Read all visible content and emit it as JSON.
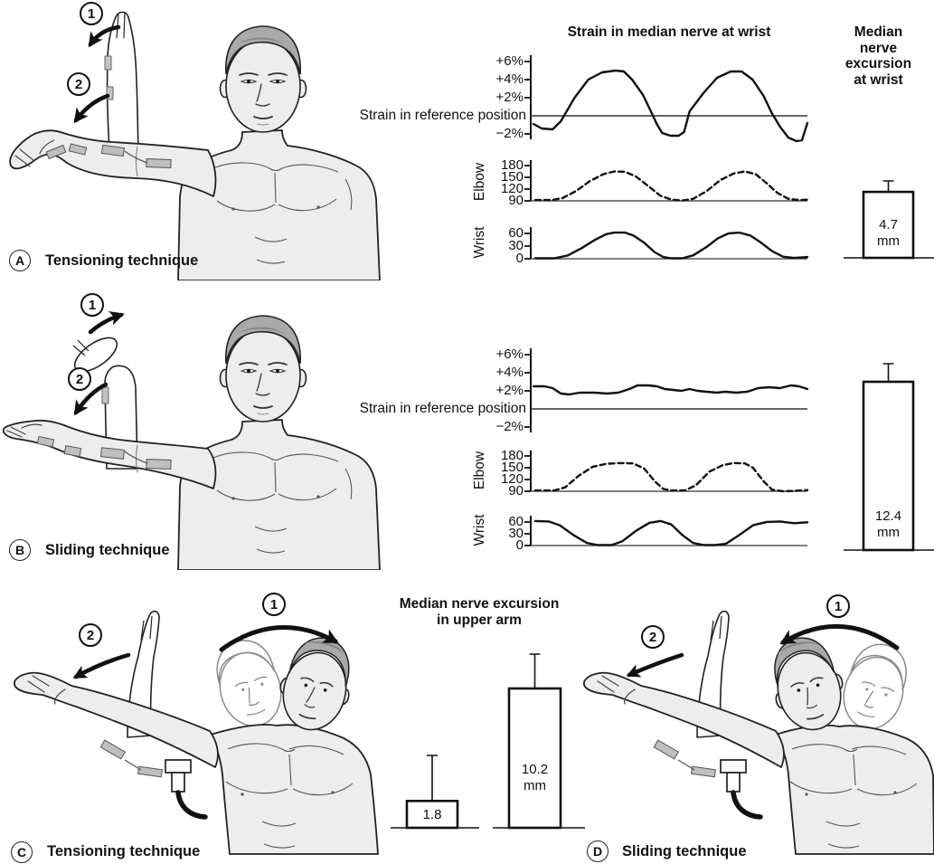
{
  "panels": [
    {
      "id": "A",
      "label": "Tensioning technique",
      "step1": "1",
      "step2": "2"
    },
    {
      "id": "B",
      "label": "Sliding technique",
      "step1": "1",
      "step2": "2"
    },
    {
      "id": "C",
      "label": "Tensioning technique",
      "step1": "1",
      "step2": "2"
    },
    {
      "id": "D",
      "label": "Sliding technique",
      "step1": "1",
      "step2": "2"
    }
  ],
  "colors": {
    "ink": "#111111",
    "line_art": "#222222",
    "skin": "#ededed",
    "hair": "#a9a9a9",
    "hair_shadow": "#868686",
    "skin_marker": "#bfbfbf",
    "ghost": "#8a8a8a"
  },
  "chart_data": [
    {
      "id": "strain-a",
      "panel": "A",
      "type": "line",
      "title": "Strain in median nerve at wrist",
      "reference_label": "Strain in reference position",
      "y_ticks": [
        "+6%",
        "+4%",
        "+2%",
        "−2%"
      ],
      "y_unit": "percent strain",
      "ylim": [
        -3,
        6.5
      ],
      "line_style": "solid",
      "grid": false,
      "points": [
        [
          0,
          -0.9
        ],
        [
          0.03,
          -1.4
        ],
        [
          0.07,
          -1.5
        ],
        [
          0.1,
          -0.6
        ],
        [
          0.15,
          2.0
        ],
        [
          0.2,
          4.0
        ],
        [
          0.25,
          4.8
        ],
        [
          0.3,
          5.0
        ],
        [
          0.33,
          4.9
        ],
        [
          0.36,
          4.0
        ],
        [
          0.4,
          2.3
        ],
        [
          0.43,
          0.4
        ],
        [
          0.45,
          -0.9
        ],
        [
          0.47,
          -1.9
        ],
        [
          0.5,
          -2.2
        ],
        [
          0.53,
          -2.2
        ],
        [
          0.55,
          -1.8
        ],
        [
          0.57,
          0.5
        ],
        [
          0.62,
          2.5
        ],
        [
          0.67,
          4.2
        ],
        [
          0.72,
          4.9
        ],
        [
          0.76,
          4.9
        ],
        [
          0.8,
          4.0
        ],
        [
          0.84,
          2.2
        ],
        [
          0.87,
          0.3
        ],
        [
          0.9,
          -1.2
        ],
        [
          0.93,
          -2.4
        ],
        [
          0.96,
          -2.8
        ],
        [
          0.98,
          -2.7
        ],
        [
          1,
          -0.8
        ]
      ]
    },
    {
      "id": "elbow-a",
      "panel": "A",
      "type": "line",
      "ylabel": "Elbow",
      "y_ticks": [
        "180",
        "150",
        "120",
        "90"
      ],
      "y_unit": "degrees",
      "ylim": [
        90,
        180
      ],
      "line_style": "dashed",
      "points": [
        [
          0,
          92
        ],
        [
          0.06,
          92
        ],
        [
          0.1,
          97
        ],
        [
          0.15,
          115
        ],
        [
          0.2,
          140
        ],
        [
          0.25,
          158
        ],
        [
          0.29,
          165
        ],
        [
          0.33,
          164
        ],
        [
          0.37,
          152
        ],
        [
          0.42,
          125
        ],
        [
          0.46,
          103
        ],
        [
          0.5,
          93
        ],
        [
          0.54,
          91
        ],
        [
          0.58,
          95
        ],
        [
          0.63,
          115
        ],
        [
          0.68,
          143
        ],
        [
          0.73,
          160
        ],
        [
          0.77,
          165
        ],
        [
          0.81,
          158
        ],
        [
          0.85,
          135
        ],
        [
          0.89,
          110
        ],
        [
          0.93,
          95
        ],
        [
          0.97,
          92
        ],
        [
          1,
          93
        ]
      ]
    },
    {
      "id": "wrist-a",
      "panel": "A",
      "type": "line",
      "ylabel": "Wrist",
      "y_ticks": [
        "60",
        "30",
        "0"
      ],
      "y_unit": "degrees",
      "ylim": [
        0,
        60
      ],
      "line_style": "solid",
      "points": [
        [
          0,
          1
        ],
        [
          0.07,
          1
        ],
        [
          0.12,
          8
        ],
        [
          0.17,
          25
        ],
        [
          0.22,
          45
        ],
        [
          0.26,
          58
        ],
        [
          0.29,
          62
        ],
        [
          0.33,
          62
        ],
        [
          0.36,
          55
        ],
        [
          0.4,
          38
        ],
        [
          0.44,
          15
        ],
        [
          0.47,
          4
        ],
        [
          0.5,
          1
        ],
        [
          0.54,
          1
        ],
        [
          0.58,
          8
        ],
        [
          0.63,
          28
        ],
        [
          0.67,
          48
        ],
        [
          0.71,
          60
        ],
        [
          0.75,
          62
        ],
        [
          0.79,
          55
        ],
        [
          0.83,
          38
        ],
        [
          0.87,
          18
        ],
        [
          0.91,
          5
        ],
        [
          0.95,
          2
        ],
        [
          1,
          4
        ]
      ]
    },
    {
      "id": "excursion-wrist-a",
      "panel": "A",
      "type": "bar",
      "title": "Median\nnerve\nexcursion\nat wrist",
      "value_mm": 4.7,
      "bar_label": "4.7\nmm",
      "error_bar": true
    },
    {
      "id": "strain-b",
      "panel": "B",
      "type": "line",
      "reference_label": "Strain in reference position",
      "y_ticks": [
        "+6%",
        "+4%",
        "+2%",
        "−2%"
      ],
      "y_unit": "percent strain",
      "ylim": [
        -3,
        6.5
      ],
      "line_style": "solid",
      "grid": false,
      "points": [
        [
          0,
          2.5
        ],
        [
          0.04,
          2.5
        ],
        [
          0.07,
          2.3
        ],
        [
          0.1,
          1.7
        ],
        [
          0.13,
          1.6
        ],
        [
          0.17,
          1.8
        ],
        [
          0.22,
          1.8
        ],
        [
          0.27,
          1.7
        ],
        [
          0.31,
          1.8
        ],
        [
          0.35,
          2.2
        ],
        [
          0.38,
          2.6
        ],
        [
          0.42,
          2.6
        ],
        [
          0.45,
          2.5
        ],
        [
          0.48,
          2.2
        ],
        [
          0.51,
          2.1
        ],
        [
          0.54,
          2.0
        ],
        [
          0.57,
          2.2
        ],
        [
          0.6,
          2.0
        ],
        [
          0.63,
          1.9
        ],
        [
          0.67,
          1.8
        ],
        [
          0.7,
          1.9
        ],
        [
          0.74,
          1.8
        ],
        [
          0.78,
          1.9
        ],
        [
          0.82,
          2.3
        ],
        [
          0.86,
          2.4
        ],
        [
          0.9,
          2.3
        ],
        [
          0.94,
          2.6
        ],
        [
          0.97,
          2.5
        ],
        [
          1,
          2.2
        ]
      ]
    },
    {
      "id": "elbow-b",
      "panel": "B",
      "type": "line",
      "ylabel": "Elbow",
      "y_ticks": [
        "180",
        "150",
        "120",
        "90"
      ],
      "y_unit": "degrees",
      "ylim": [
        90,
        180
      ],
      "line_style": "dashed",
      "points": [
        [
          0,
          92
        ],
        [
          0.07,
          92
        ],
        [
          0.11,
          100
        ],
        [
          0.16,
          130
        ],
        [
          0.21,
          152
        ],
        [
          0.26,
          160
        ],
        [
          0.31,
          162
        ],
        [
          0.36,
          161
        ],
        [
          0.4,
          148
        ],
        [
          0.44,
          115
        ],
        [
          0.47,
          96
        ],
        [
          0.5,
          92
        ],
        [
          0.55,
          92
        ],
        [
          0.59,
          105
        ],
        [
          0.64,
          140
        ],
        [
          0.69,
          157
        ],
        [
          0.73,
          162
        ],
        [
          0.77,
          161
        ],
        [
          0.8,
          150
        ],
        [
          0.84,
          115
        ],
        [
          0.87,
          94
        ],
        [
          0.91,
          90
        ],
        [
          0.95,
          91
        ],
        [
          1,
          93
        ]
      ]
    },
    {
      "id": "wrist-b",
      "panel": "B",
      "type": "line",
      "ylabel": "Wrist",
      "y_ticks": [
        "60",
        "30",
        "0"
      ],
      "y_unit": "degrees",
      "ylim": [
        0,
        60
      ],
      "line_style": "solid",
      "points": [
        [
          0,
          58
        ],
        [
          0.05,
          57
        ],
        [
          0.09,
          48
        ],
        [
          0.14,
          25
        ],
        [
          0.19,
          6
        ],
        [
          0.23,
          1
        ],
        [
          0.28,
          1
        ],
        [
          0.32,
          10
        ],
        [
          0.37,
          35
        ],
        [
          0.42,
          54
        ],
        [
          0.46,
          58
        ],
        [
          0.5,
          50
        ],
        [
          0.54,
          25
        ],
        [
          0.58,
          6
        ],
        [
          0.62,
          1
        ],
        [
          0.66,
          1
        ],
        [
          0.7,
          4
        ],
        [
          0.75,
          25
        ],
        [
          0.8,
          48
        ],
        [
          0.85,
          56
        ],
        [
          0.9,
          57
        ],
        [
          0.95,
          53
        ],
        [
          1,
          55
        ]
      ]
    },
    {
      "id": "excursion-wrist-b",
      "panel": "B",
      "type": "bar",
      "value_mm": 12.4,
      "bar_label": "12.4\nmm",
      "error_bar": true
    },
    {
      "id": "excursion-upperarm",
      "type": "bar",
      "title": "Median nerve excursion\nin upper arm",
      "bars": [
        {
          "panel": "C",
          "value_mm": 1.8,
          "bar_label": "1.8",
          "error_bar": true
        },
        {
          "panel": "D",
          "value_mm": 10.2,
          "bar_label": "10.2\nmm",
          "error_bar": true
        }
      ]
    }
  ]
}
